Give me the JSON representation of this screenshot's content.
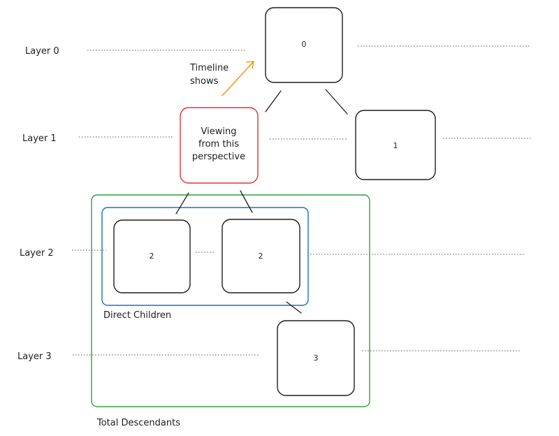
{
  "layers": [
    {
      "label": "Layer 0"
    },
    {
      "label": "Layer 1"
    },
    {
      "label": "Layer 2"
    },
    {
      "label": "Layer 3"
    }
  ],
  "nodes": [
    {
      "label": "0"
    },
    {
      "label": "1"
    },
    {
      "label": "2"
    },
    {
      "label": "2"
    },
    {
      "label": "3"
    }
  ],
  "perspective": {
    "lines": [
      "Viewing",
      "from this",
      "perspective"
    ],
    "color": "#e03131"
  },
  "timeline_note": {
    "lines": [
      "Timeline",
      "shows"
    ],
    "color": "#f08c00"
  },
  "direct_children": {
    "label": "Direct Children",
    "color": "#1971c2"
  },
  "total_descendants": {
    "label": "Total Descendants",
    "color": "#2f9e44"
  }
}
